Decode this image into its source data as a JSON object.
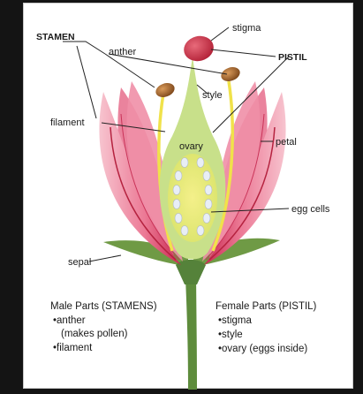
{
  "labels": {
    "stamen": "STAMEN",
    "anther": "anther",
    "stigma": "stigma",
    "pistil": "PISTIL",
    "style": "style",
    "filament": "filament",
    "ovary": "ovary",
    "petal": "petal",
    "egg_cells": "egg cells",
    "sepal": "sepal"
  },
  "legend": {
    "male": {
      "title": "Male Parts (STAMENS)",
      "items": [
        "•anther",
        "(makes pollen)",
        "•filament"
      ]
    },
    "female": {
      "title": "Female Parts (PISTIL)",
      "items": [
        "•stigma",
        "•style",
        "•ovary (eggs inside)"
      ]
    }
  },
  "colors": {
    "background": "#141414",
    "panel": "#ffffff",
    "petal_outer": "#f4a6b8",
    "petal_inner": "#d83c63",
    "pistil": "#c8e08a",
    "ovary": "#f0ec7a",
    "stigma": "#c8283c",
    "anther": "#a8612a",
    "filament": "#f0e24a",
    "stem": "#5a8a3a",
    "sepal": "#6f9a45",
    "egg": "#e8eef6"
  }
}
